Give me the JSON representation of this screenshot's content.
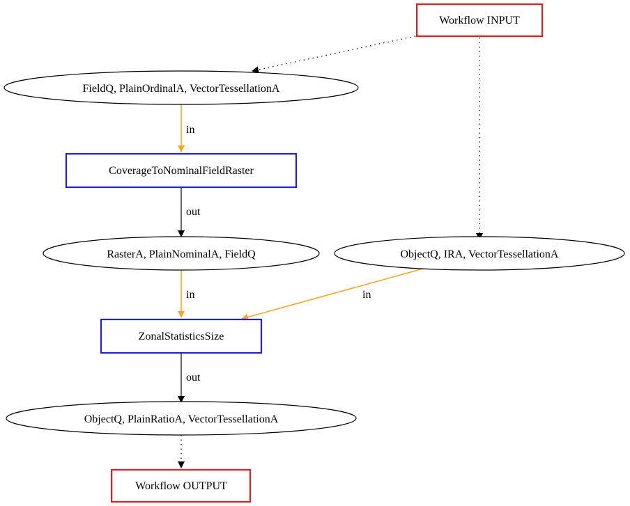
{
  "colors": {
    "workflow_box": "#e41a1c",
    "tool_box": "#1f1fdd",
    "data_node": "#000000",
    "flow_in": "#f5a623",
    "flow_out": "#000000",
    "dotted": "#000000"
  },
  "nodes": {
    "workflow_input": {
      "label": "Workflow INPUT"
    },
    "fieldq_node": {
      "label": "FieldQ, PlainOrdinalA, VectorTessellationA"
    },
    "coverage_tool": {
      "label": "CoverageToNominalFieldRaster"
    },
    "raster_node": {
      "label": "RasterA, PlainNominalA, FieldQ"
    },
    "objectq_ira_node": {
      "label": "ObjectQ, IRA, VectorTessellationA"
    },
    "zonal_tool": {
      "label": "ZonalStatisticsSize"
    },
    "objectq_ratio_node": {
      "label": "ObjectQ, PlainRatioA, VectorTessellationA"
    },
    "workflow_output": {
      "label": "Workflow OUTPUT"
    }
  },
  "edges": {
    "fieldq_to_coverage": {
      "label": "in"
    },
    "coverage_to_raster": {
      "label": "out"
    },
    "raster_to_zonal": {
      "label": "in"
    },
    "ira_to_zonal": {
      "label": "in"
    },
    "zonal_to_ratio": {
      "label": "out"
    }
  }
}
